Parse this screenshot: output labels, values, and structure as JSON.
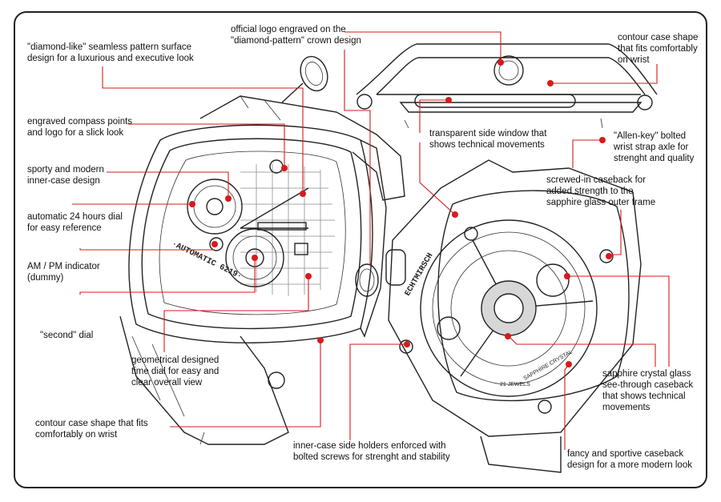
{
  "annotations": [
    {
      "id": "diamond",
      "text": "\"diamond-like\" seamless pattern surface\ndesign for a luxurious and executive look"
    },
    {
      "id": "compass",
      "text": "engraved compass points\nand logo for a slick look"
    },
    {
      "id": "sporty",
      "text": "sporty and modern\ninner-case design"
    },
    {
      "id": "auto24",
      "text": "automatic 24 hours dial\nfor easy reference"
    },
    {
      "id": "ampm",
      "text": "AM / PM indicator\n(dummy)"
    },
    {
      "id": "second",
      "text": "\"second\" dial"
    },
    {
      "id": "geometric",
      "text": "geometrical designed\ntime dial for easy and\nclear overall view"
    },
    {
      "id": "contour-left",
      "text": "contour case shape that fits\ncomfortably on wrist"
    },
    {
      "id": "crown-logo",
      "text": "official logo engraved on the\n\"diamond-pattern\" crown design"
    },
    {
      "id": "contour-top",
      "text": "contour case shape\nthat fits comfortably\non wrist"
    },
    {
      "id": "side-window",
      "text": "transparent side window that\nshows technical movements"
    },
    {
      "id": "allen",
      "text": "\"Allen-key\" bolted\nwrist strap axle for\nstrenght and quality"
    },
    {
      "id": "screwed",
      "text": "screwed-in caseback for\nadded strength to the\nsapphire glass outer frame"
    },
    {
      "id": "sapphire",
      "text": "sapphire crystal glass\nsee-through caseback\nthat shows technical\nmovements"
    },
    {
      "id": "inner-holders",
      "text": "inner-case side holders enforced with\nbolted screws for strenght and stability"
    },
    {
      "id": "fancy",
      "text": "fancy and sportive caseback\ndesign for a more modern look"
    }
  ],
  "dial_text": {
    "automatic": "·AUTOMATIC 6219·",
    "brand": "ECHTMIRSCH",
    "jewels": "21 JEWELS",
    "sapphire_ring": "SAPPHIRE CRYSTAL"
  },
  "colors": {
    "leader": "#d81a1a",
    "ink": "#222222"
  }
}
